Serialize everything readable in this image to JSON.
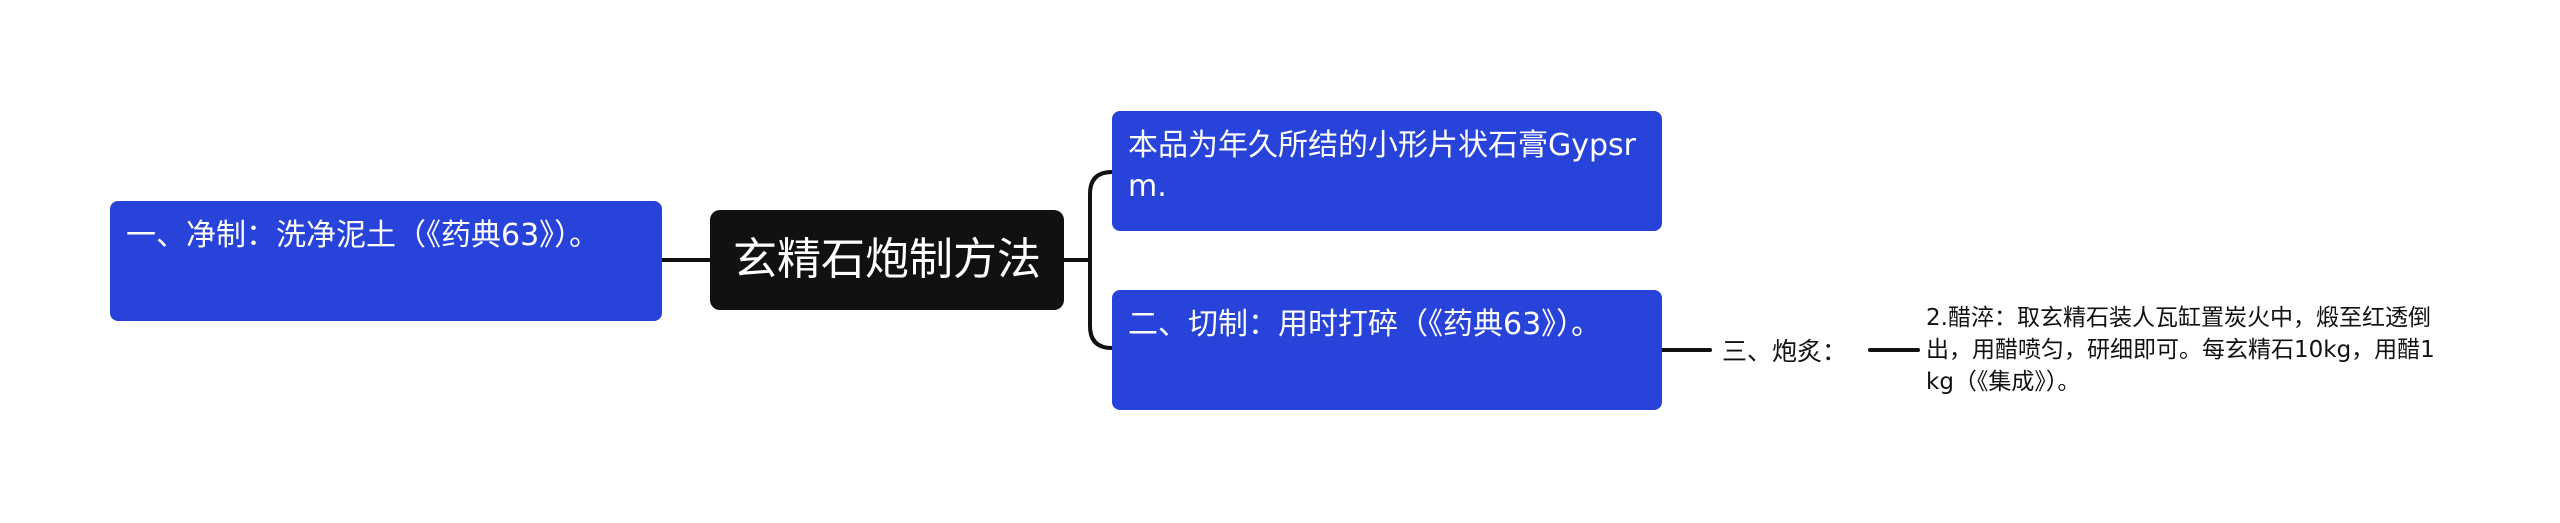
{
  "mindmap": {
    "root": {
      "label": "玄精石炮制方法"
    },
    "left": [
      {
        "label": "一、净制：洗净泥土（《药典63》）。"
      }
    ],
    "right": [
      {
        "label": "本品为年久所结的小形片状石膏Gypsrm."
      },
      {
        "label": "二、切制：用时打碎（《药典63》）。",
        "child": {
          "label": "三、炮炙：",
          "child": {
            "label": "2.醋淬：取玄精石装人瓦缸置炭火中，煅至红透倒出，用醋喷匀，研细即可。每玄精石10kg，用醋1kg（《集成》）。"
          }
        }
      }
    ]
  },
  "colors": {
    "root_bg": "#111111",
    "branch_bg": "#2843d9",
    "connector": "#111111",
    "text_dark": "#111111",
    "text_light": "#ffffff"
  }
}
